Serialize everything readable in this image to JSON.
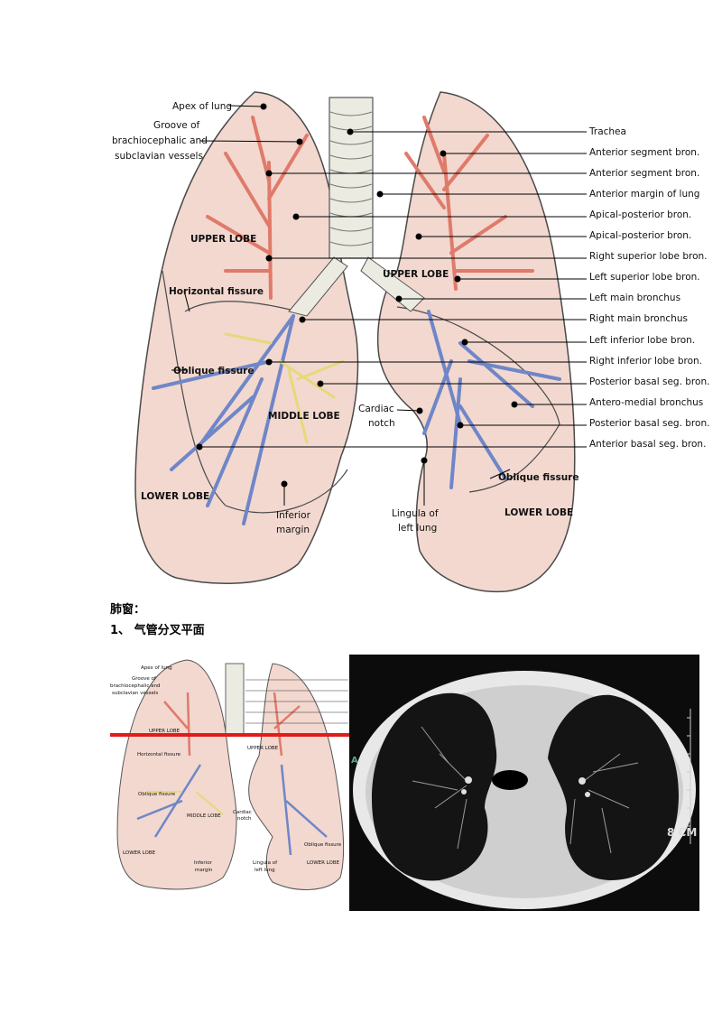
{
  "diagram": {
    "left_labels": {
      "apex": "Apex of lung",
      "groove_1": "Groove of",
      "groove_2": "brachiocephalic and",
      "groove_3": "subclavian vessels"
    },
    "right_labels": [
      "Trachea",
      "Anterior segment bron.",
      "Anterior segment bron.",
      "Anterior margin of lung",
      "Apical-posterior bron.",
      "Apical-posterior bron.",
      "Right superior lobe bron.",
      "Left superior lobe bron.",
      "Left main bronchus",
      "Right main bronchus",
      "Left inferior lobe bron.",
      "Right inferior lobe bron.",
      "Posterior basal seg. bron.",
      "Antero-medial bronchus",
      "Posterior basal seg. bron.",
      "Anterior basal seg. bron."
    ],
    "inner_labels": {
      "right_upper_lobe": "UPPER LOBE",
      "horizontal_fissure": "Horizontal fissure",
      "oblique_fissure_right": "Oblique fissure",
      "middle_lobe": "MIDDLE LOBE",
      "lower_lobe_right": "LOWER LOBE",
      "inferior_margin_1": "Inferior",
      "inferior_margin_2": "margin",
      "left_upper_lobe": "UPPER LOBE",
      "cardiac_notch_1": "Cardiac",
      "cardiac_notch_2": "notch",
      "lingula_1": "Lingula of",
      "lingula_2": "left lung",
      "oblique_fissure_left": "Oblique fissure",
      "lower_lobe_left": "LOWER LOBE"
    },
    "colors": {
      "lung_fill": "#f2d8cf",
      "upper_bronchi": "#e07a6a",
      "lower_bronchi": "#6f86c8",
      "middle_bronchi": "#e6d97a",
      "trachea": "#ecebe2"
    }
  },
  "section": {
    "title": "肺窗：",
    "subtitle": "1、 气管分叉平面"
  },
  "ct_image": {
    "side_marker": "A",
    "scale_label": "8 CM",
    "marker_line_color": "#e21b1b"
  }
}
